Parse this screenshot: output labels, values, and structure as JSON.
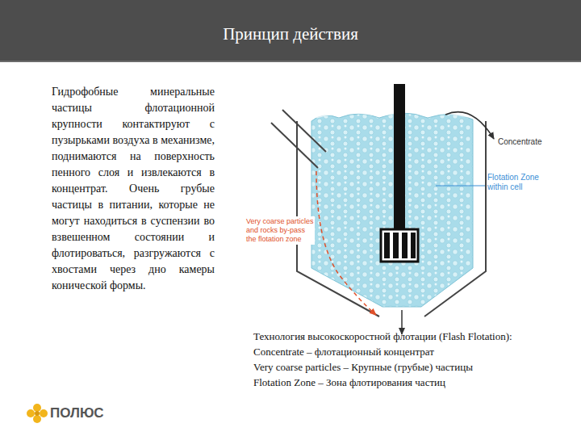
{
  "diagram": {
    "title": "Принцип действия",
    "labels": [
      "Гидрофобные минеральные частицы флотационной крупности контактируют с пузырьками воздуха в механизме, поднимаются на поверхность пенного слоя и извлекаются в концентрат. Очень грубые частицы в питании, которые не могут находиться в суспензии во взвешенном состоянии и флотироваться, разгружаются с хвостами через дно камеры конической формы.",
      "Concentrate",
      "Flotation Zone within cell",
      "Very coarse particles and rocks by-pass the flotation zone",
      "Технология высокоскоростной флотации (Flash Flotation):",
      "Concentrate – флотационный концентрат",
      "Very coarse particles – Крупные (грубые) частицы",
      "Flotation Zone – Зона флотирования частиц",
      "ПОЛЮС"
    ]
  }
}
